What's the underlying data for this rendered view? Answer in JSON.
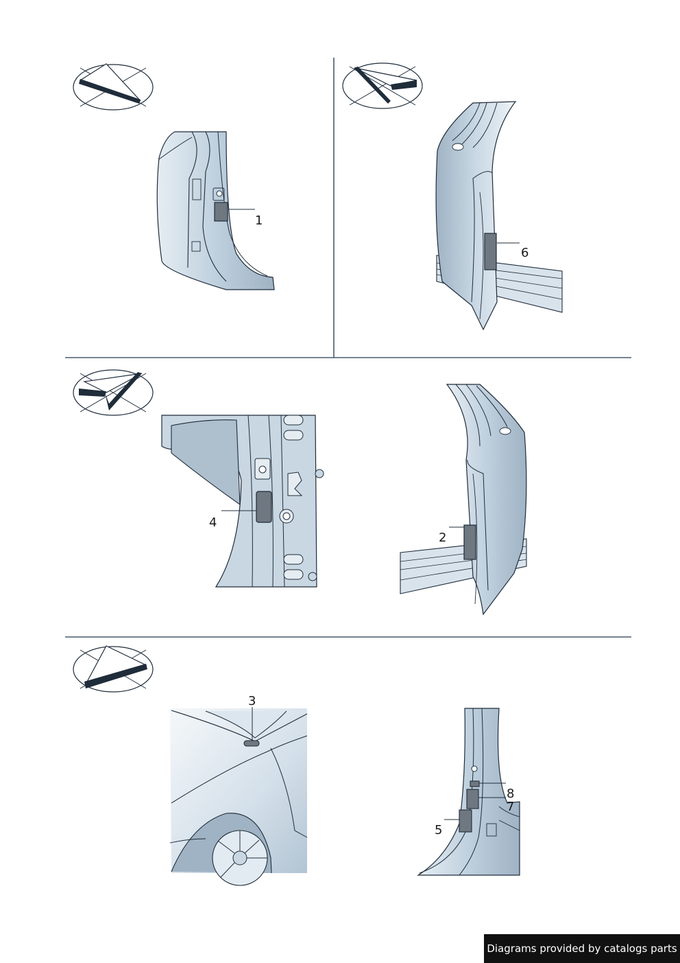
{
  "callouts": {
    "c1": "1",
    "c2": "2",
    "c3": "3",
    "c4": "4",
    "c5": "5",
    "c6": "6",
    "c7": "7",
    "c8": "8"
  },
  "footer": {
    "credit": "Diagrams provided by catalogs parts"
  },
  "colors": {
    "line": "#1f2c3a",
    "panel": "#c7d6e3",
    "panel_light": "#e3ebf2",
    "panel_dark": "#9fb3c4",
    "patch": "#6f7780",
    "divider": "#4a5a6a"
  },
  "icons": [
    "view-direction-icon"
  ]
}
